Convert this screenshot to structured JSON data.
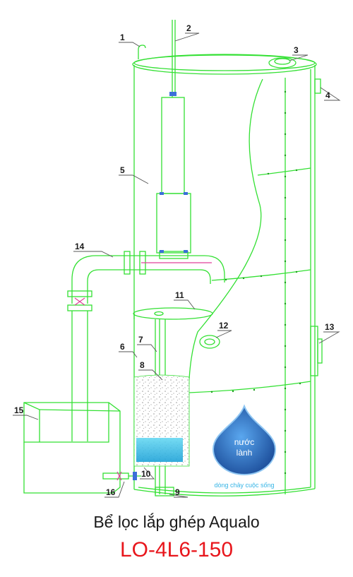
{
  "caption": {
    "title": "Bể lọc lắp ghép Aqualo",
    "model": "LO-4L6-150"
  },
  "callouts": [
    {
      "id": "1",
      "label": "1"
    },
    {
      "id": "2",
      "label": "2"
    },
    {
      "id": "3",
      "label": "3"
    },
    {
      "id": "4",
      "label": "4"
    },
    {
      "id": "5",
      "label": "5"
    },
    {
      "id": "6",
      "label": "6"
    },
    {
      "id": "7",
      "label": "7"
    },
    {
      "id": "8",
      "label": "8"
    },
    {
      "id": "9",
      "label": "9"
    },
    {
      "id": "10",
      "label": "10"
    },
    {
      "id": "11",
      "label": "11"
    },
    {
      "id": "12",
      "label": "12"
    },
    {
      "id": "13",
      "label": "13"
    },
    {
      "id": "14",
      "label": "14"
    },
    {
      "id": "15",
      "label": "15"
    },
    {
      "id": "16",
      "label": "16"
    }
  ],
  "logo": {
    "line1": "nước",
    "line2": "lành",
    "slogan": "dòng chảy cuộc sống"
  },
  "colors": {
    "outline": "#33e033",
    "callout": "#1a1a1a",
    "model": "#e8161c",
    "drop": "#2f6fc4",
    "valve": "#e0409a"
  }
}
